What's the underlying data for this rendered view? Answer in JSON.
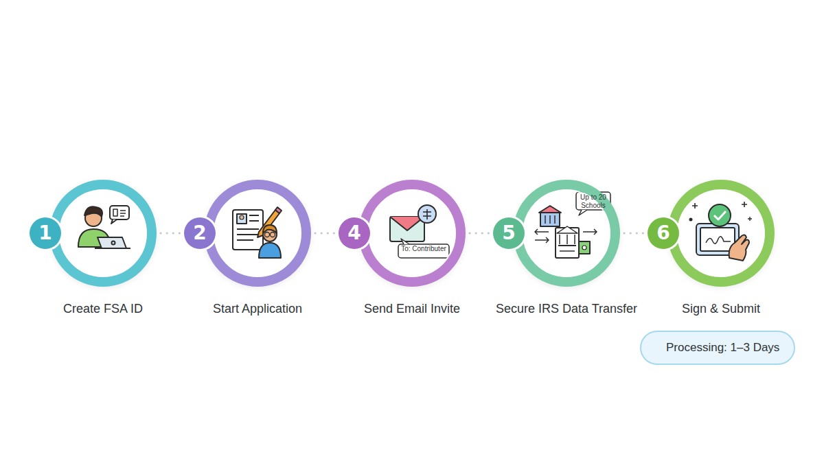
{
  "diagram": {
    "nodes": [
      {
        "text": [
          "1",
          "Create FSA ID"
        ]
      },
      {
        "text": [
          "2",
          "Start Application"
        ]
      },
      {
        "text": [
          "4",
          "Send Email Invite"
        ]
      },
      {
        "text": [
          "5",
          "Secure IRS Data Transfer"
        ]
      },
      {
        "text": [
          "6",
          "Sign & Submit"
        ]
      },
      {
        "text": [
          "Processing: 1–3 Days"
        ]
      }
    ],
    "edges": [
      {
        "from": 0,
        "to": 1,
        "arrow": "none"
      },
      {
        "from": 1,
        "to": 2,
        "arrow": "none"
      },
      {
        "from": 2,
        "to": 3,
        "arrow": "none"
      },
      {
        "from": 3,
        "to": 4,
        "arrow": "none"
      }
    ],
    "labels": [
      "To: Contributer",
      "Up to 20 Schools"
    ]
  }
}
